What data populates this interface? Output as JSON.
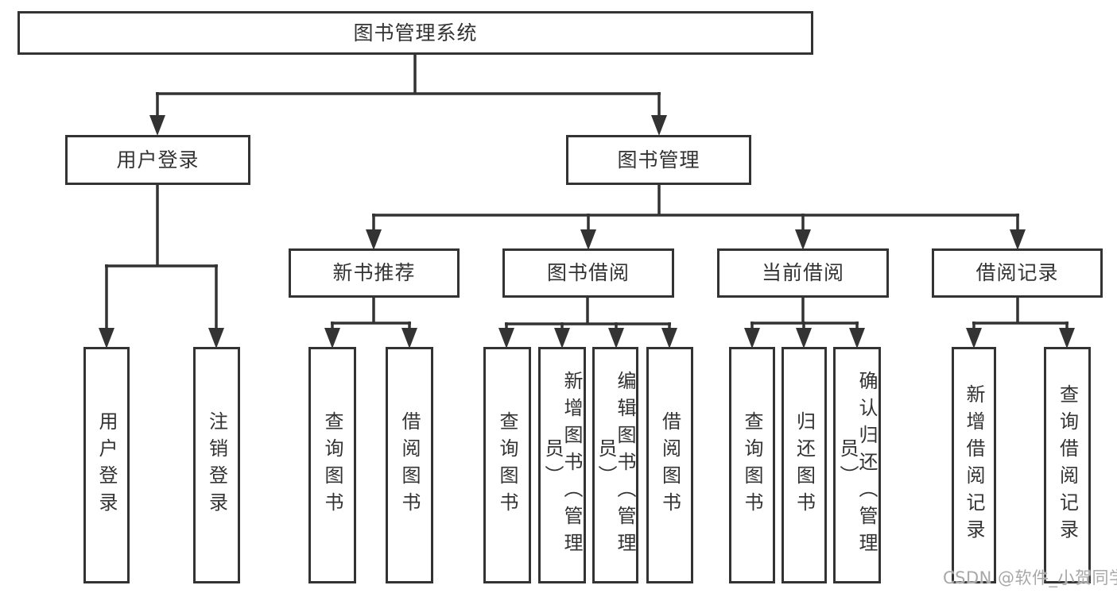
{
  "diagram_title": "图书管理系统",
  "tree": {
    "root": {
      "label": "图书管理系统",
      "children": [
        {
          "label": "用户登录",
          "children": [
            {
              "label": "用户登录"
            },
            {
              "label": "注销登录"
            }
          ]
        },
        {
          "label": "图书管理",
          "children": [
            {
              "label": "新书推荐",
              "children": [
                {
                  "label": "查询图书"
                },
                {
                  "label": "借阅图书"
                }
              ]
            },
            {
              "label": "图书借阅",
              "children": [
                {
                  "label": "查询图书"
                },
                {
                  "label": "新增图书（管理员）"
                },
                {
                  "label": "编辑图书（管理员）"
                },
                {
                  "label": "借阅图书"
                }
              ]
            },
            {
              "label": "当前借阅",
              "children": [
                {
                  "label": "查询图书"
                },
                {
                  "label": "归还图书"
                },
                {
                  "label": "确认归还（管理员）"
                }
              ]
            },
            {
              "label": "借阅记录",
              "children": [
                {
                  "label": "新增借阅记录"
                },
                {
                  "label": "查询借阅记录"
                }
              ]
            }
          ]
        }
      ]
    }
  },
  "watermark": "CSDN @软件_小贺同学",
  "colors": {
    "line": "#333333",
    "text": "#333333",
    "background": "#ffffff",
    "watermark": "#a8a8a8"
  }
}
